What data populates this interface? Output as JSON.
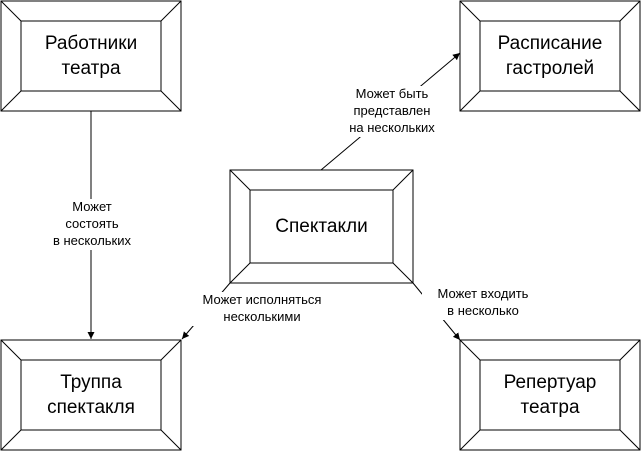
{
  "diagram": {
    "nodes": {
      "workers": {
        "line1": "Работники",
        "line2": "театра"
      },
      "schedule": {
        "line1": "Расписание",
        "line2": "гастролей"
      },
      "performances": {
        "line1": "Спектакли"
      },
      "troupe": {
        "line1": "Труппа",
        "line2": "спектакля"
      },
      "repertoire": {
        "line1": "Репертуар",
        "line2": "театра"
      }
    },
    "edges": {
      "workers_to_troupe": {
        "line1": "Может",
        "line2": "состоять",
        "line3": "в нескольких"
      },
      "perf_to_schedule": {
        "line1": "Может быть",
        "line2": "представлен",
        "line3": "на нескольких"
      },
      "perf_to_troupe": {
        "line1": "Может исполняться",
        "line2": "несколькими"
      },
      "perf_to_repertoire": {
        "line1": "Может входить",
        "line2": "в несколько"
      }
    }
  }
}
